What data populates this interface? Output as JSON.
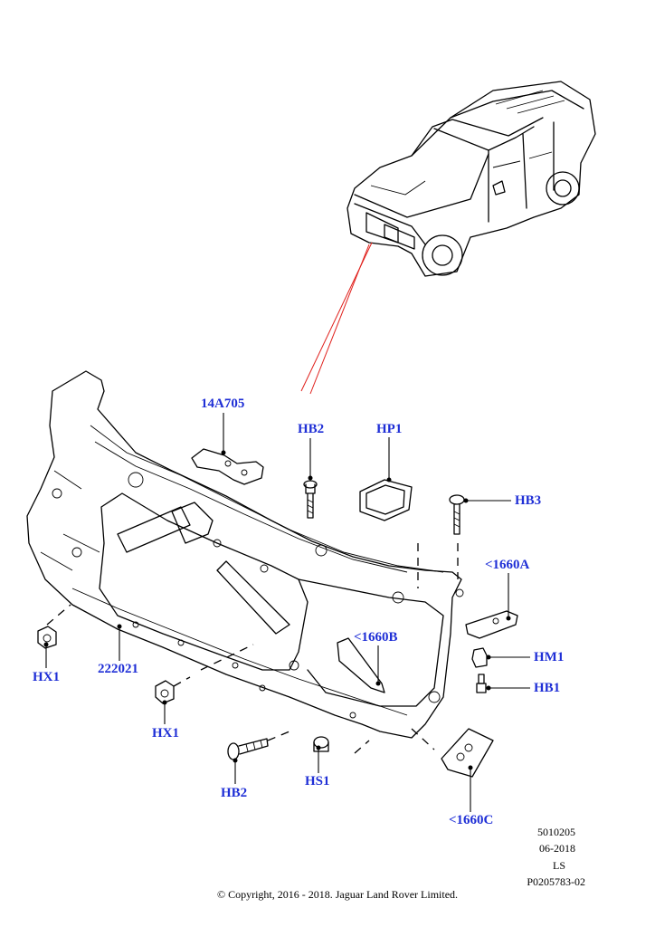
{
  "callouts": {
    "c_14A705": "14A705",
    "c_HB2_top": "HB2",
    "c_HP1": "HP1",
    "c_HB3": "HB3",
    "c_1660A": "<1660A",
    "c_1660B": "<1660B",
    "c_HM1": "HM1",
    "c_HB1": "HB1",
    "c_HX1_left": "HX1",
    "c_222021": "222021",
    "c_HX1_mid": "HX1",
    "c_HB2_bottom": "HB2",
    "c_HS1": "HS1",
    "c_1660C": "<1660C"
  },
  "meta": {
    "code": "5010205",
    "date": "06-2018",
    "region": "LS",
    "part_ref": "P0205783-02"
  },
  "copyright": "© Copyright, 2016 - 2018. Jaguar Land Rover Limited.",
  "colors": {
    "callout": "#1f2fd6",
    "leader_red": "#e0201c",
    "line": "#000000"
  }
}
